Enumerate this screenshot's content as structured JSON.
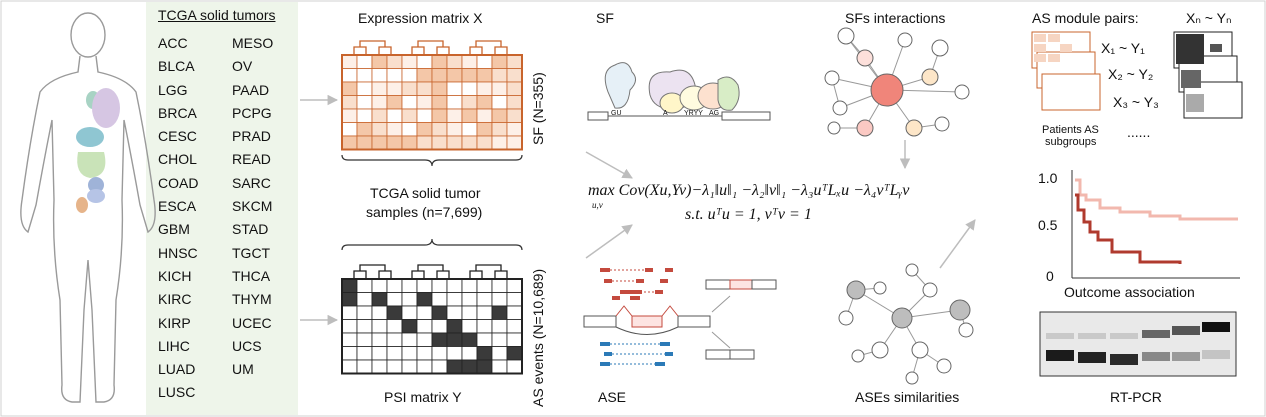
{
  "tumors": {
    "title": "TCGA solid tumors",
    "col1": [
      "ACC",
      "BLCA",
      "LGG",
      "BRCA",
      "CESC",
      "CHOL",
      "COAD",
      "ESCA",
      "GBM",
      "HNSC",
      "KICH",
      "KIRC",
      "KIRP",
      "LIHC",
      "LUAD",
      "LUSC"
    ],
    "col2": [
      "MESO",
      "OV",
      "PAAD",
      "PCPG",
      "PRAD",
      "READ",
      "SARC",
      "SKCM",
      "STAD",
      "TGCT",
      "THCA",
      "THYM",
      "UCEC",
      "UCS",
      "UM"
    ]
  },
  "expression": {
    "title": "Expression matrix X",
    "side_label": "SF (N=355)",
    "samples_line1": "TCGA solid tumor",
    "samples_line2": "samples (n=7,699)"
  },
  "psi": {
    "title": "PSI matrix Y",
    "side_label": "AS events (N=10,689)"
  },
  "sf": {
    "title": "SF",
    "seq_labels": [
      "GU",
      "A",
      "YRYY",
      "AG"
    ]
  },
  "ase": {
    "title": "ASE"
  },
  "sf_interactions": {
    "title": "SFs interactions"
  },
  "ase_similarities": {
    "title": "ASEs similarities"
  },
  "formula": {
    "line1": "max Cov(Xu,Yv)−λ₁‖u‖₁ −λ₂‖v‖₁ −λ₃uᵀLₓu −λ₄vᵀLᵧv",
    "max_sub": "u,v",
    "line2": "s.t. uᵀu = 1, vᵀv = 1"
  },
  "module_pairs": {
    "title": "AS module pairs:",
    "pairs": [
      "X₁ ~ Y₁",
      "X₂ ~ Y₂",
      "X₃ ~ Y₃"
    ],
    "header_pair": "Xₙ ~ Yₙ",
    "patients_line1": "Patients AS",
    "patients_line2": "subgroups",
    "ellipsis": "......"
  },
  "outcome": {
    "title": "Outcome association",
    "y_ticks": [
      "1.0",
      "0.5",
      "0"
    ]
  },
  "rtpcr": {
    "title": "RT-PCR"
  },
  "colors": {
    "accent": "#c8642c",
    "matrix_dark": "#3a3a3a",
    "curve_dark": "#b03a2e",
    "curve_light": "#f2b8ae",
    "panel_bg": "#eef5ea"
  }
}
